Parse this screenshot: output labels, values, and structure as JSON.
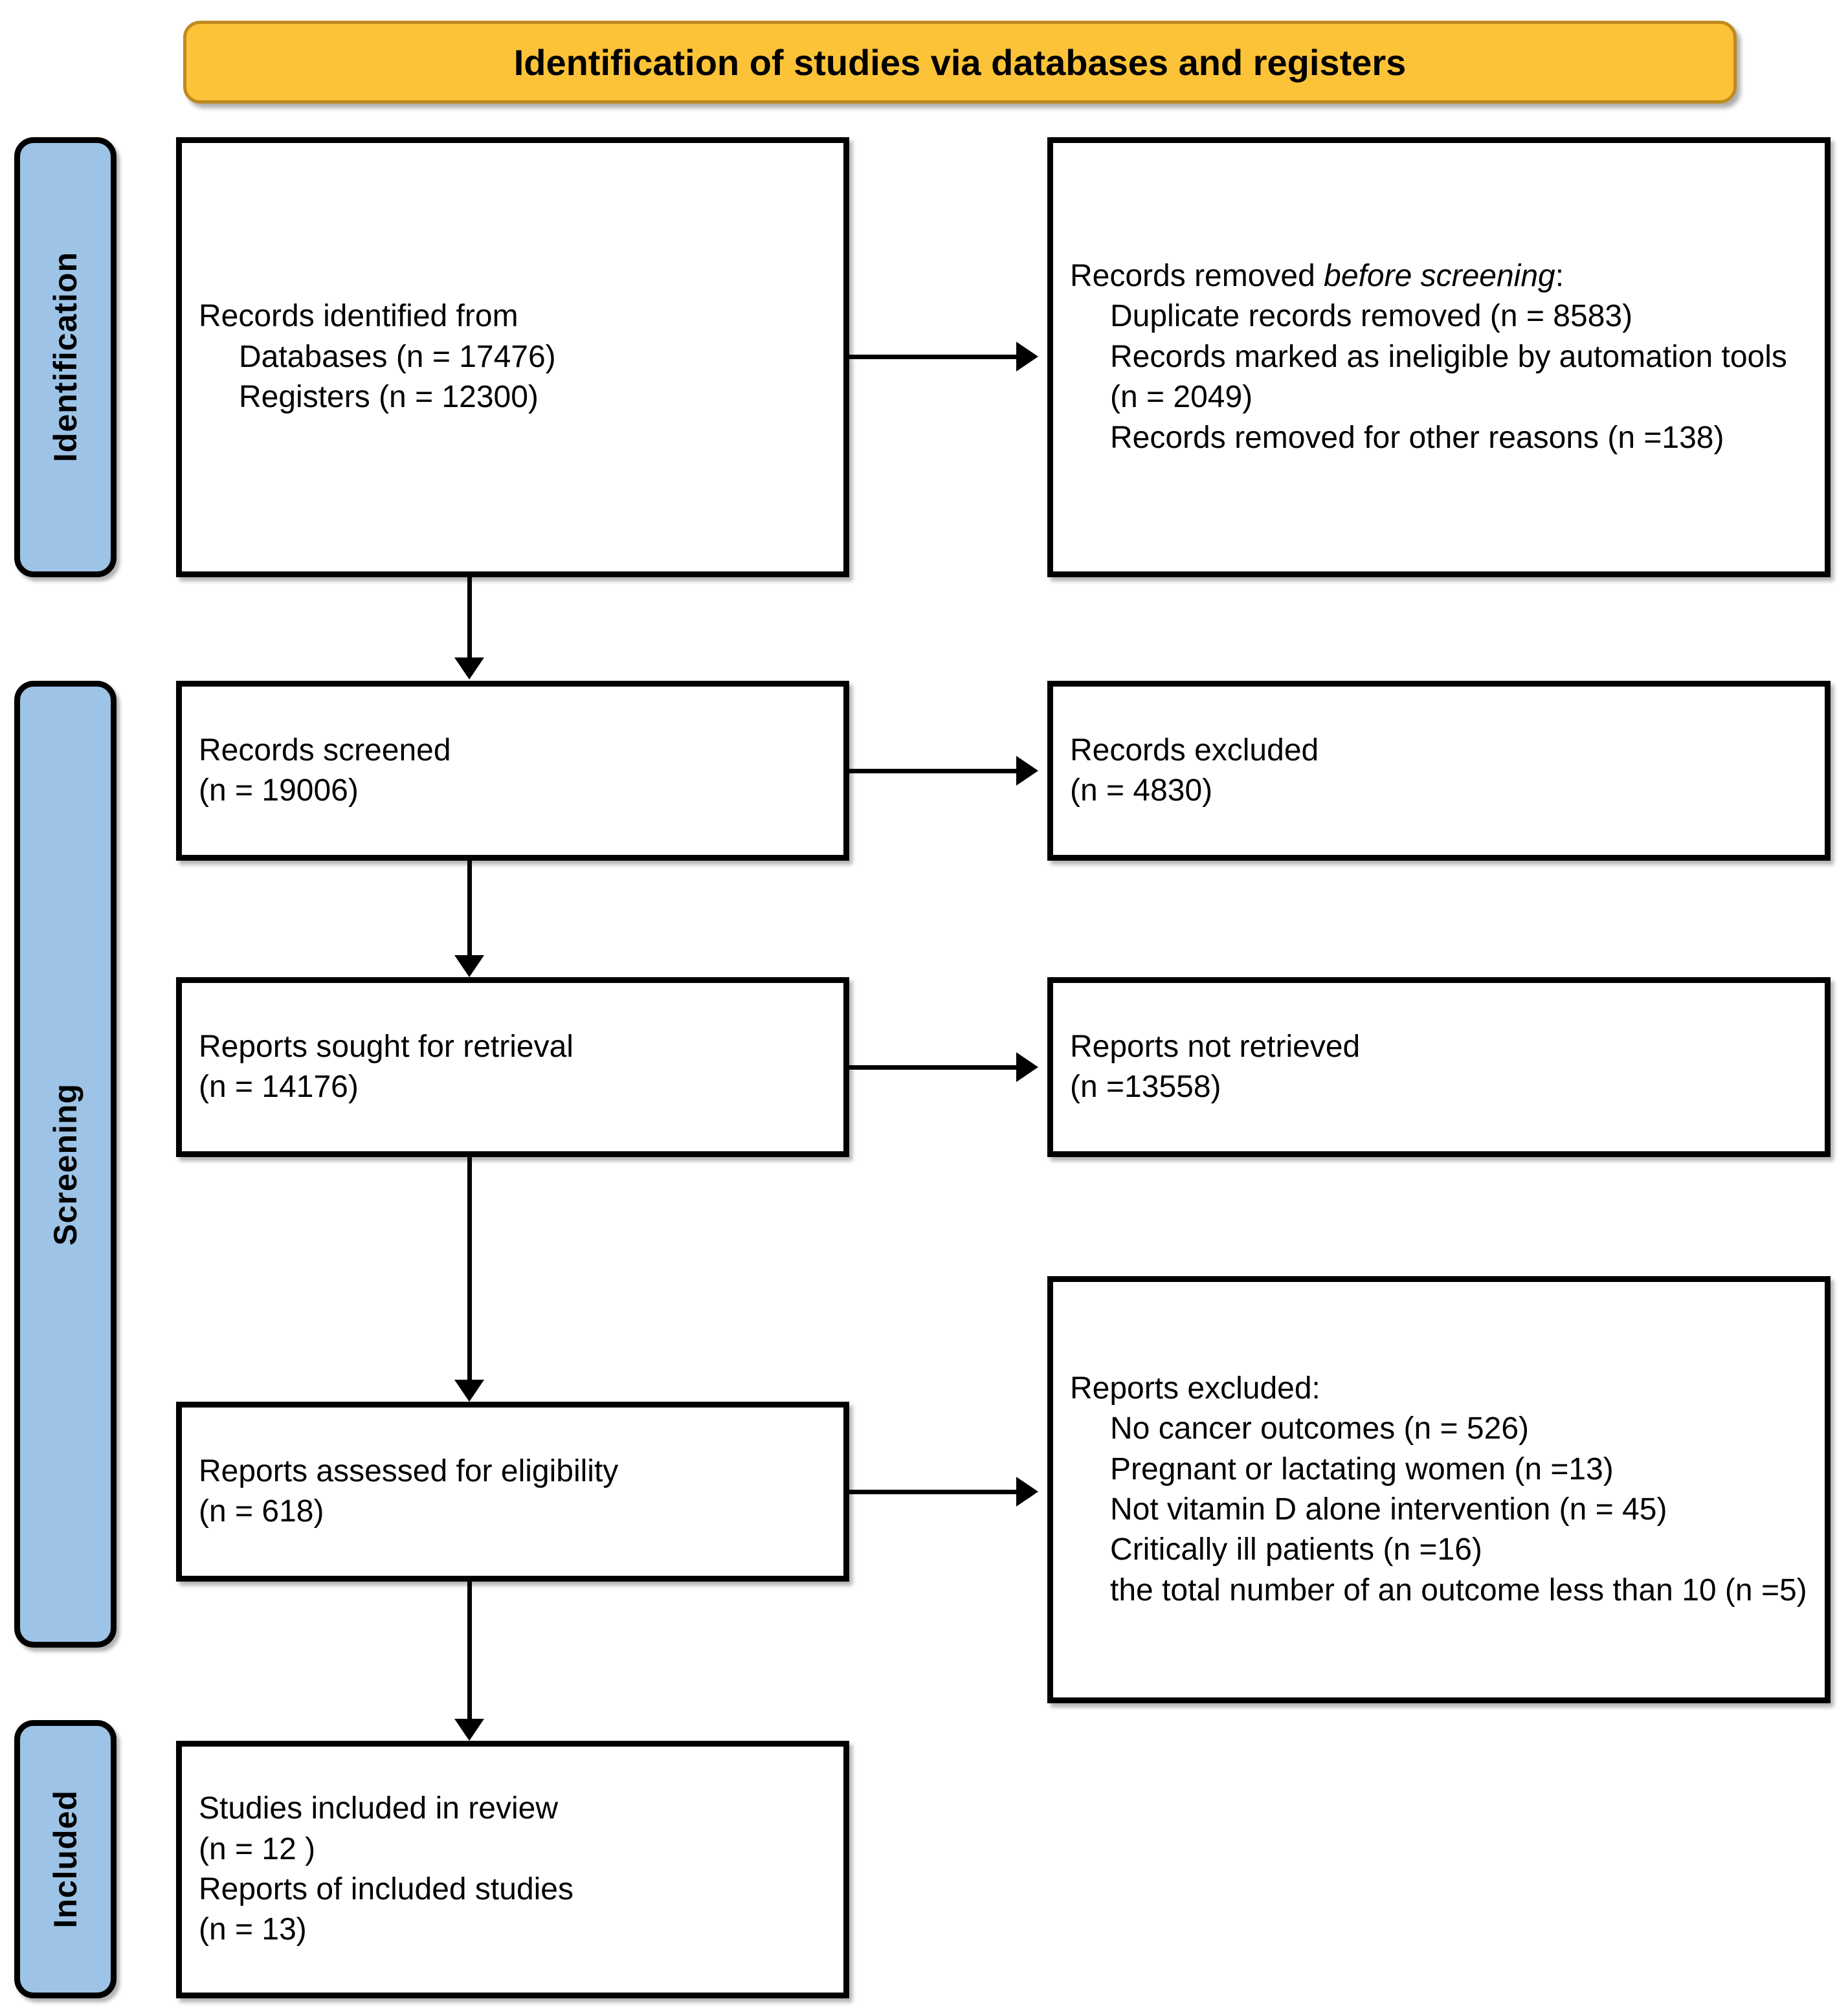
{
  "header": {
    "title": "Identification of studies via databases and registers",
    "background_color": "#FDC338",
    "border_color": "#C08A1E"
  },
  "stages": {
    "accent_color": "#9DC3E6",
    "identification": "Identification",
    "screening": "Screening",
    "included": "Included"
  },
  "boxes": {
    "records_identified": {
      "line1": "Records identified from",
      "line2": "Databases (n = 17476)",
      "line3": "Registers (n = 12300)"
    },
    "records_removed_before_screening": {
      "heading_prefix": "Records removed ",
      "heading_italic": "before screening",
      "heading_suffix": ":",
      "line1": "Duplicate records removed (n = 8583)",
      "line2": "Records marked as ineligible by automation tools (n = 2049)",
      "line3": "Records removed for other reasons (n =138)"
    },
    "records_screened": {
      "line1": "Records screened",
      "line2": "(n = 19006)"
    },
    "records_excluded": {
      "line1": "Records excluded",
      "line2": "(n = 4830)"
    },
    "reports_sought": {
      "line1": "Reports sought for retrieval",
      "line2": "(n = 14176)"
    },
    "reports_not_retrieved": {
      "line1": "Reports not retrieved",
      "line2": "(n =13558)"
    },
    "reports_assessed": {
      "line1": "Reports assessed for eligibility",
      "line2": "(n = 618)"
    },
    "reports_excluded": {
      "heading": "Reports excluded:",
      "reasons": [
        "No cancer outcomes (n = 526)",
        "Pregnant or lactating women (n =13)",
        "Not vitamin D alone intervention (n = 45)",
        "Critically ill patients (n =16)",
        "the total number of an outcome less than 10 (n =5)"
      ]
    },
    "studies_included": {
      "line1": "Studies included in review",
      "line2": "(n = 12 )",
      "line3": "Reports of included studies",
      "line4": "(n = 13)"
    }
  }
}
